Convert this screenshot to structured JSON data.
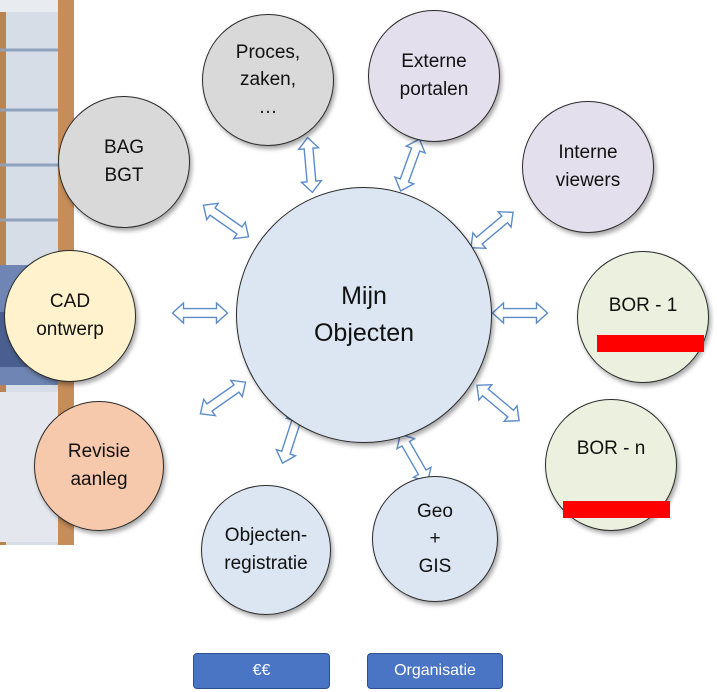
{
  "center": {
    "label": "Mijn\nObjecten",
    "color": "#dce6f2"
  },
  "nodes": [
    {
      "id": "proces",
      "label": "Proces,\nzaken,\n…",
      "color": "#d9d9d9"
    },
    {
      "id": "externe",
      "label": "Externe\nportalen",
      "color": "#e4dfec"
    },
    {
      "id": "interne",
      "label": "Interne\nviewers",
      "color": "#e4dfec"
    },
    {
      "id": "bor1",
      "label": "BOR - 1",
      "color": "#ebf1de"
    },
    {
      "id": "borN",
      "label": "BOR - n",
      "color": "#ebf1de"
    },
    {
      "id": "geo",
      "label": "Geo\n+\nGIS",
      "color": "#dce6f2"
    },
    {
      "id": "objecten",
      "label": "Objecten-\nregistratie",
      "color": "#dce6f2"
    },
    {
      "id": "revisie",
      "label": "Revisie\naanleg",
      "color": "#f7c9ac"
    },
    {
      "id": "cad",
      "label": "CAD\nontwerp",
      "color": "#fff2cc"
    },
    {
      "id": "bag",
      "label": "BAG\nBGT",
      "color": "#d9d9d9"
    }
  ],
  "buttons": {
    "money": "€€",
    "organisatie": "Organisatie"
  }
}
